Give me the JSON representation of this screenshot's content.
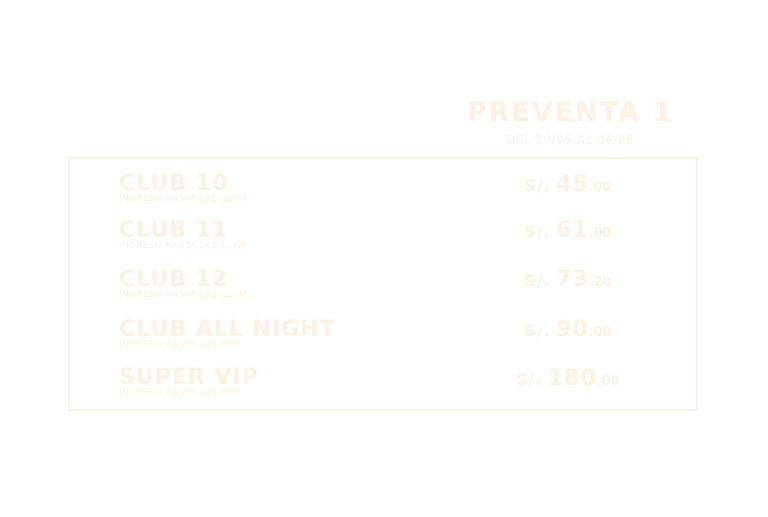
{
  "header": {
    "title": "PREVENTA 1",
    "subtitle": "DEL 10/05 AL 09/06"
  },
  "colors": {
    "text": "#fdf1e3",
    "border": "#fdf1e3",
    "background": "#ffffff"
  },
  "rows": [
    {
      "name": "CLUB 10",
      "note": "INGRESO HASTA LAS 10PM",
      "currency": "S/.",
      "amount": "45",
      "decimals": ".00"
    },
    {
      "name": "CLUB 11",
      "note": "INGRESO HASTA LAS 11PM",
      "currency": "S/.",
      "amount": "61",
      "decimals": ".00"
    },
    {
      "name": "CLUB 12",
      "note": "INGRESO HASTA LAS 12AM",
      "currency": "S/.",
      "amount": "73",
      "decimals": ".20"
    },
    {
      "name": "CLUB ALL NIGHT",
      "note": "INGRESO HASTA LAS 5AM",
      "currency": "S/.",
      "amount": "90",
      "decimals": ".00"
    },
    {
      "name": "SUPER VIP",
      "note": "INGRESO HASTA LAS 5AM",
      "currency": "S/.",
      "amount": "180",
      "decimals": ".00"
    }
  ]
}
